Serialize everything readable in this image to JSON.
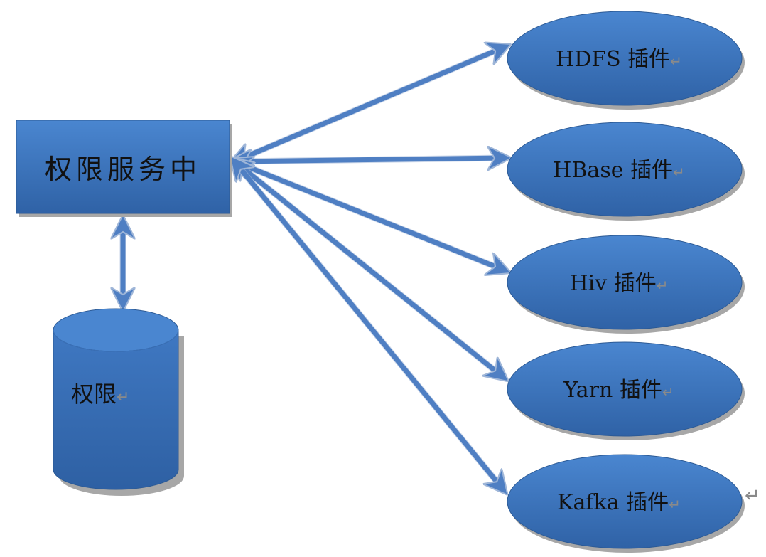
{
  "diagram": {
    "center_node": {
      "label": "权限服务中"
    },
    "store_node": {
      "label": "权限"
    },
    "plugins": [
      {
        "id": "hdfs",
        "label": "HDFS 插件"
      },
      {
        "id": "hbase",
        "label": "HBase 插件"
      },
      {
        "id": "hive",
        "label": "Hiv 插件"
      },
      {
        "id": "yarn",
        "label": "Yarn 插件"
      },
      {
        "id": "kafka",
        "label": "Kafka 插件"
      }
    ],
    "paragraph_mark": "↵",
    "colors": {
      "fill_top": "#4a86d0",
      "fill_bottom": "#2f62a6",
      "stroke": "#2c5a95",
      "arrow": "#4f7fc3",
      "arrow_edge": "#9fb6d8",
      "shadow": "#a7a7a7"
    }
  }
}
